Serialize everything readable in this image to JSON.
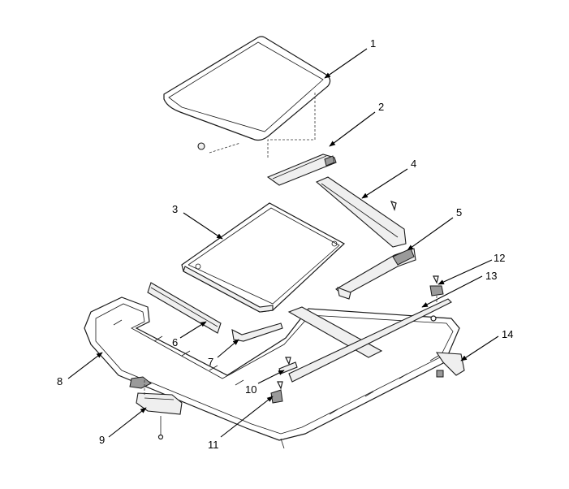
{
  "diagram": {
    "callouts": [
      {
        "id": "1",
        "label": "1"
      },
      {
        "id": "2",
        "label": "2"
      },
      {
        "id": "3",
        "label": "3"
      },
      {
        "id": "4",
        "label": "4"
      },
      {
        "id": "5",
        "label": "5"
      },
      {
        "id": "6",
        "label": "6"
      },
      {
        "id": "7",
        "label": "7"
      },
      {
        "id": "8",
        "label": "8"
      },
      {
        "id": "9",
        "label": "9"
      },
      {
        "id": "10",
        "label": "10"
      },
      {
        "id": "11",
        "label": "11"
      },
      {
        "id": "12",
        "label": "12"
      },
      {
        "id": "13",
        "label": "13"
      },
      {
        "id": "14",
        "label": "14"
      }
    ],
    "colors": {
      "line": "#1a1a1a",
      "fill": "#ffffff",
      "shade": "#efefef"
    }
  }
}
